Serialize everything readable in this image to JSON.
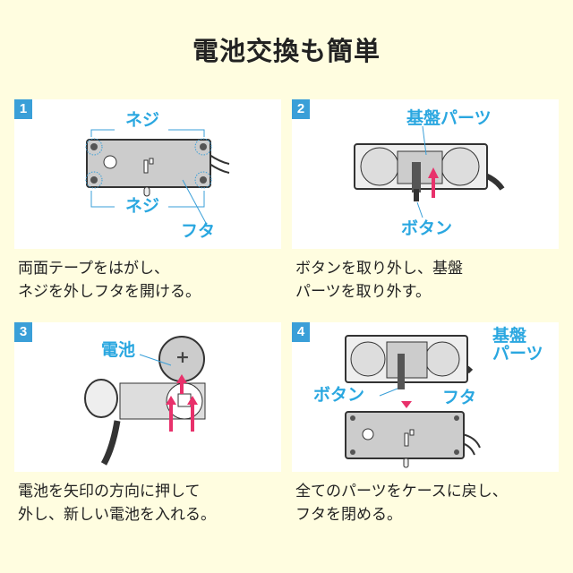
{
  "title": "電池交換も簡単",
  "colors": {
    "background": "#fffde0",
    "badge": "#3a9fd8",
    "label": "#2aa7e0",
    "arrow": "#e8316b"
  },
  "steps": [
    {
      "number": "1",
      "labels": {
        "screw_top": "ネジ",
        "screw_bottom": "ネジ",
        "lid": "フタ"
      },
      "caption": [
        "両面テープをはがし、",
        "ネジを外しフタを開ける。"
      ]
    },
    {
      "number": "2",
      "labels": {
        "board": "基盤パーツ",
        "button": "ボタン"
      },
      "caption": [
        "ボタンを取り外し、基盤",
        "パーツを取り外す。"
      ]
    },
    {
      "number": "3",
      "labels": {
        "battery": "電池",
        "battery_symbol": "+"
      },
      "caption": [
        "電池を矢印の方向に押して",
        "外し、新しい電池を入れる。"
      ]
    },
    {
      "number": "4",
      "labels": {
        "board_line1": "基盤",
        "board_line2": "パーツ",
        "button": "ボタン",
        "lid": "フタ"
      },
      "caption": [
        "全てのパーツをケースに戻し、",
        "フタを閉める。"
      ]
    }
  ]
}
